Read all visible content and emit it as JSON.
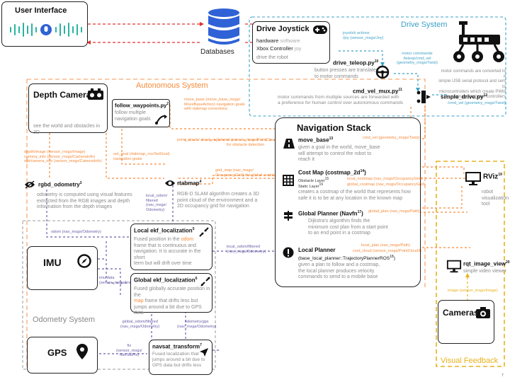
{
  "regions": {
    "autonomous": "Autonomous System",
    "drive": "Drive System",
    "odometry": "Odometry System",
    "visual": "Visual Feedback"
  },
  "user_interface": {
    "title": "User Interface"
  },
  "databases": {
    "title": "Databases"
  },
  "drive_joystick": {
    "title": "Drive Joystick",
    "hardware_label": "hardware",
    "software_label": "software",
    "controller": "Xbox Controller",
    "controller_ref": "joy",
    "desc": "drive the robot"
  },
  "drive_teleop": {
    "name": "drive_teleop.py",
    "ref": "10",
    "desc": [
      "button presses are translated",
      "to motor commands"
    ]
  },
  "cmd_vel_mux": {
    "name": "cmd_vel_mux.py",
    "ref": "11",
    "desc": [
      "motor commands from multiple sources are forwarded with",
      "a preference for human control over autonomous commands"
    ]
  },
  "simple_drive": {
    "name": "simple_drive.py",
    "ref": "12",
    "desc": [
      "motor commands are converted to a",
      "simple USB serial protocol and sent to",
      "microcontrollers which create PWM",
      "signals for motor controllers"
    ]
  },
  "depth_camera": {
    "title": "Depth Camera",
    "desc": "see the world and obstacles in 3D"
  },
  "follow_waypoints": {
    "name": "follow_waypoints.py",
    "ref": "2",
    "desc": [
      "follow multiple",
      "navigation goals"
    ]
  },
  "rgbd_odometry": {
    "name": "rgbd_odometry",
    "ref": "3",
    "desc": [
      "odometry is computed using visual features",
      "extracted from the RGB images and depth",
      "information from the depth images"
    ]
  },
  "rtabmap": {
    "name": "rtabmap",
    "ref": "4",
    "desc": [
      "RGB-D SLAM algorithm creates a 3D",
      "point cloud of the environment and a",
      "2D occupancy grid for navigation"
    ]
  },
  "nav_stack": {
    "title": "Navigation Stack",
    "move_base": {
      "name": "move_base",
      "ref": "13",
      "desc": [
        "given a goal in the world, move_base",
        "will attempt to control the robot to",
        "reach it"
      ]
    },
    "cost_map": {
      "name": "Cost Map (costmap_2d",
      "ref": "14",
      "obstacle": "Obstacle Layer",
      "obstacle_ref": "15",
      "static": "Static Layer",
      "static_ref": "16",
      "desc": [
        "creates a costmap of the world that represents how",
        "safe it is to be at any location in the known map"
      ]
    },
    "global_planner": {
      "name": "Global Planner (Navfn",
      "ref": "17",
      "desc": [
        "Dijkstra's algorithm finds the",
        "minimum cost plan from a start point",
        "to an end point in a costmap"
      ]
    },
    "local_planner": {
      "name": "Local Planner",
      "sub": "(base_local_planner::TrajectoryPlannerROS",
      "ref": "18",
      "desc": [
        "given a plan to follow and a costmap,",
        "the local planner produces velocity",
        "commands to send to a mobile base"
      ]
    }
  },
  "rviz": {
    "name": "RViz",
    "ref": "19",
    "desc": [
      "robot",
      "visualization",
      "tool"
    ]
  },
  "rqt_image_view": {
    "name": "rqt_image_view",
    "ref": "20",
    "desc": "simple video viewer"
  },
  "cameras": {
    "title": "Cameras"
  },
  "imu": {
    "title": "IMU"
  },
  "gps": {
    "title": "GPS"
  },
  "local_ekf": {
    "name": "Local ekf_localization",
    "ref": "5",
    "desc": [
      "Fused position in the",
      "frame that is continuous and",
      "navigation. It is accurate in the short",
      "term but will drift over time"
    ],
    "frame": "odom"
  },
  "global_ekf": {
    "name": "Global ekf_localization",
    "ref": "6",
    "desc": [
      "Fused globally accurate position in the",
      "frame that drifts less but",
      "jumps around a bit due to GPS data"
    ],
    "frame": "map"
  },
  "navsat": {
    "name": "navsat_transform",
    "ref": "7",
    "desc": [
      "Fused localization that",
      "jumps around a bit due to",
      "GPS data but drifts less"
    ]
  },
  "edges": {
    "joy": [
      "joystick actions",
      "/joy (sensor_msgs/Joy)"
    ],
    "motor_cmds": [
      "motor commands",
      "/teleop/cmd_vel",
      "(geometry_msgs/Twist)"
    ],
    "cmd_vel_out": "/cmd_vel (geometry_msgs/Twist)",
    "cmd_vel_nav": "cmd_vel (geometry_msgs/Twist)",
    "move_base_goal": [
      "move_base (move_base_msgs/",
      "MoveBaseAction) navigation goals",
      "with rtabmap corrections"
    ],
    "depth": [
      "depth/image (sensor_msgs/Image)",
      "camera_info (sensor_msgs/CameraInfo)",
      "rgb/camera_info (sensor_msgs/CameraInfo)"
    ],
    "set_goal": [
      "set_goal (rtabmap_ros/SetGoal)",
      "navigation goals"
    ],
    "point_cloud": [
      "point_cloud / cloud_registered (sensor_msgs/PointCloud2)",
      "for obstacle detection"
    ],
    "grid_map": [
      "grid_map (nav_msgs/",
      "OccupancyGrid) the global costmap"
    ],
    "local_odom_filtered": [
      "local_odom/",
      "filtered",
      "(nav_msgs/",
      "Odometry)"
    ],
    "odom": "odom (nav_msgs/Odometry)",
    "local_odom_nav": [
      "local_odom/filtered",
      "(nav_msgs/Odometry)"
    ],
    "imu_data": [
      "imu/data",
      "(sensor_msgs/Imu)"
    ],
    "global_odom": [
      "global_odom/filtered",
      "(nav_msgs/Odometry)"
    ],
    "odometry_gps": [
      "odometry/gps",
      "(nav_msgs/Odometry)"
    ],
    "fix": [
      "fix",
      "(sensor_msgs/",
      "NavSatFix)"
    ],
    "local_costmap": "local_costmap (nav_msgs/OccupancyGrid)",
    "global_costmap": "global_costmap (nav_msgs/OccupancyGrid)",
    "global_plan": "global_plan (nav_msgs/Path)",
    "local_plan": "local_plan (nav_msgs/Path)",
    "cost_cloud": "cost_cloud (sensor_msgs/PointCloud2)",
    "image": "image (sensor_msgs/Image)"
  },
  "page_number": "7",
  "colors": {
    "autonomous": "#f58a3a",
    "drive": "#3da1c6",
    "odometry": "#6b5fa8",
    "visual": "#e7b21c",
    "ui_red": "#e03030"
  }
}
